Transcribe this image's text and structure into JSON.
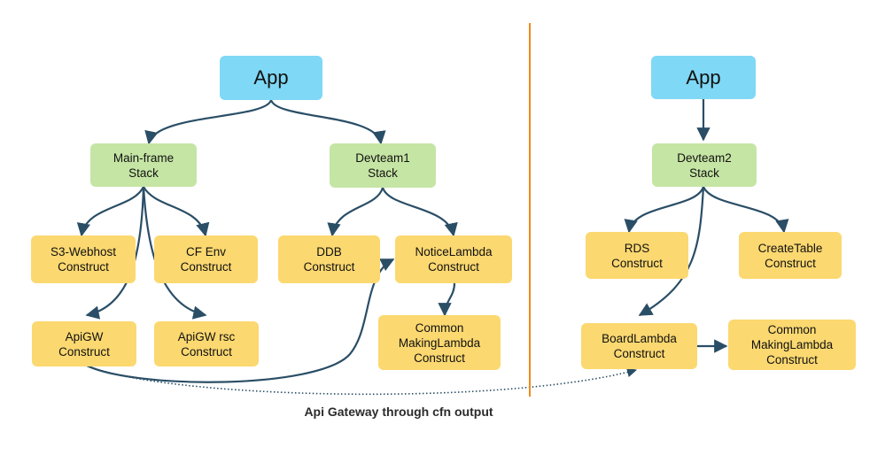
{
  "diagram": {
    "left": {
      "app": "App",
      "main_frame_stack": "Main-frame\nStack",
      "devteam1_stack": "Devteam1\nStack",
      "s3_webhost": "S3-Webhost\nConstruct",
      "cf_env": "CF Env\nConstruct",
      "apigw": "ApiGW\nConstruct",
      "apigw_rsc": "ApiGW rsc\nConstruct",
      "ddb": "DDB\nConstruct",
      "notice_lambda": "NoticeLambda\nConstruct",
      "common_making_lambda": "Common\nMakingLambda\nConstruct"
    },
    "right": {
      "app": "App",
      "devteam2_stack": "Devteam2\nStack",
      "rds": "RDS\nConstruct",
      "create_table": "CreateTable\nConstruct",
      "board_lambda": "BoardLambda\nConstruct",
      "common_making_lambda": "Common\nMakingLambda\nConstruct"
    },
    "caption": "Api Gateway through cfn output",
    "colors": {
      "app": "#7fd8f5",
      "stack": "#c5e5a4",
      "construct": "#fbd870",
      "arrow": "#2a4e66",
      "divider": "#f08a1c"
    }
  }
}
